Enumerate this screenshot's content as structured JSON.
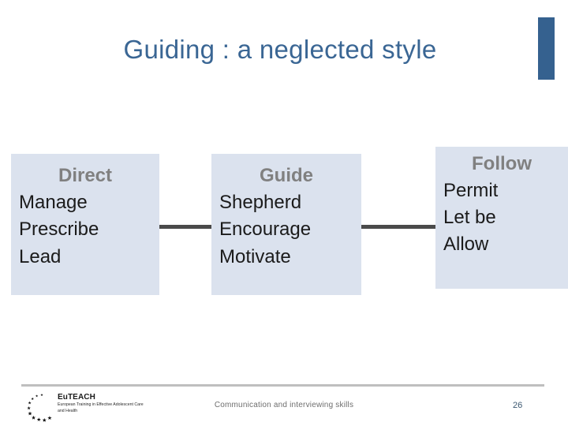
{
  "slide": {
    "title": "Guiding : a neglected style",
    "accent_color": "#35618f",
    "title_color": "#3a6694",
    "box_fill": "#dbe2ee",
    "header_color": "#808080",
    "connector_color": "#4a4a4a"
  },
  "columns": [
    {
      "id": "direct",
      "header": "Direct",
      "items": [
        "Manage",
        "Prescribe",
        "Lead"
      ]
    },
    {
      "id": "guide",
      "header": "Guide",
      "items": [
        "Shepherd",
        "Encourage",
        "Motivate"
      ]
    },
    {
      "id": "follow",
      "header": "Follow",
      "items": [
        "Permit",
        "Let be",
        "Allow"
      ]
    }
  ],
  "footer": {
    "text": "Communication and interviewing skills",
    "page_number": "26",
    "logo": {
      "name": "EuTEACH",
      "subtitle": "European Training in Effective Adolescent Care and Health"
    }
  }
}
